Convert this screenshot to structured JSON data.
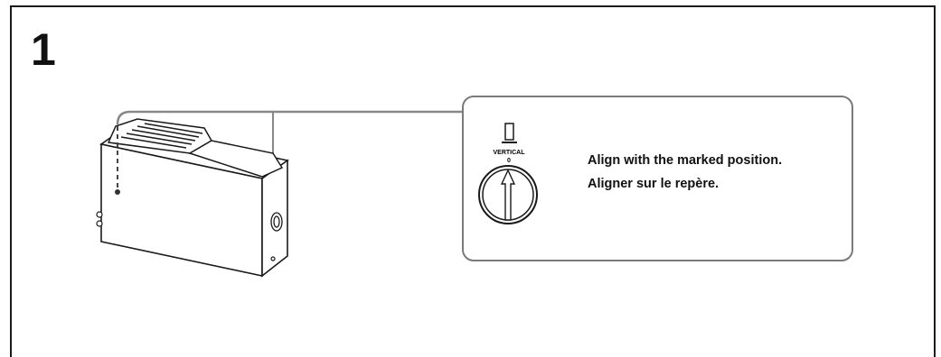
{
  "step_number": "1",
  "knob": {
    "label": "VERTICAL",
    "mark": "0"
  },
  "instructions": {
    "english": "Align with the marked position.",
    "french": "Aligner sur le repère."
  }
}
